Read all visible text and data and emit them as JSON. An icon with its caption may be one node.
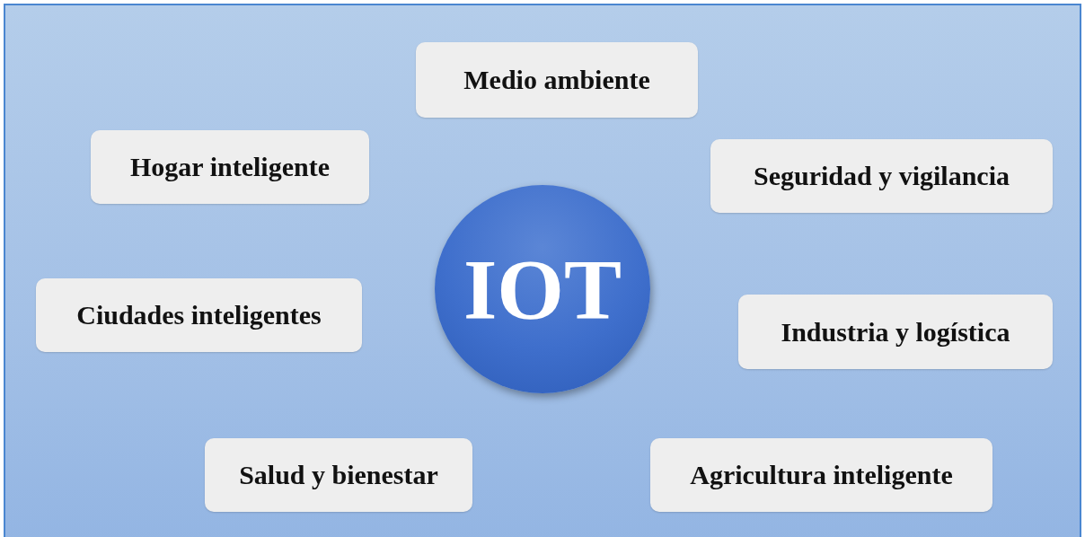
{
  "diagram": {
    "nodes": [
      {
        "text": [
          "Medio ambiente"
        ]
      },
      {
        "text": [
          "Hogar inteligente"
        ]
      },
      {
        "text": [
          "Seguridad y vigilancia"
        ]
      },
      {
        "text": [
          "Ciudades inteligentes"
        ]
      },
      {
        "text": [
          "IOT"
        ]
      },
      {
        "text": [
          "Industria y logística"
        ]
      },
      {
        "text": [
          "Salud y bienestar"
        ]
      },
      {
        "text": [
          "Agricultura inteligente"
        ]
      }
    ]
  }
}
